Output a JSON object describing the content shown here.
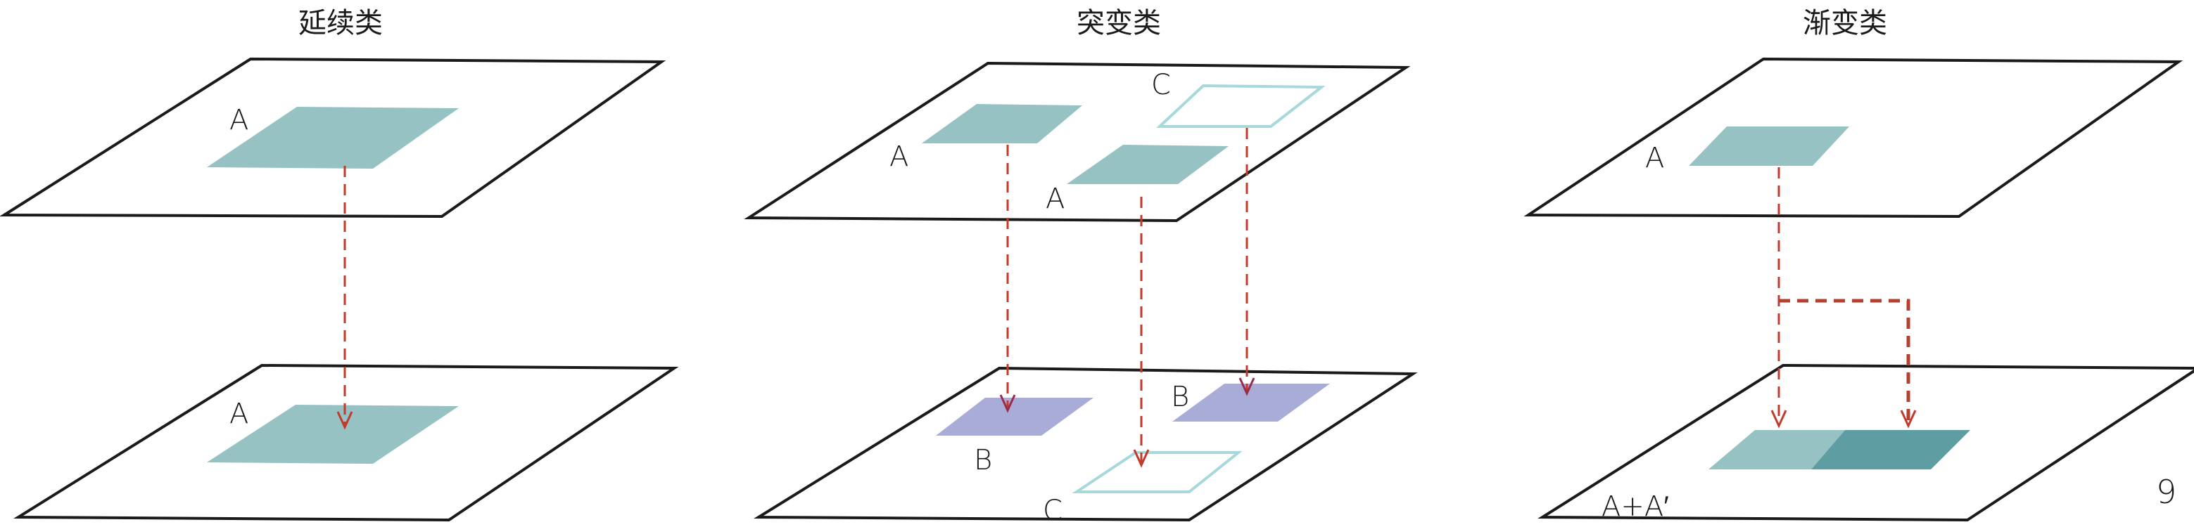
{
  "panels": [
    {
      "title": "延续类",
      "top_labels": [
        "A"
      ],
      "bottom_labels": [
        "A"
      ]
    },
    {
      "title": "突变类",
      "top_labels": [
        "A",
        "A",
        "C"
      ],
      "bottom_labels": [
        "B",
        "B",
        "C"
      ]
    },
    {
      "title": "渐变类",
      "top_labels": [
        "A"
      ],
      "bottom_labels": [
        "A+A′"
      ]
    }
  ],
  "page_number": "9",
  "colors": {
    "plane_stroke": "#1a1a1a",
    "teal_light": "#96c2c3",
    "teal_dark": "#5e9ea2",
    "purple": "#a9acd6",
    "outline_cyan": "#a6d8dc",
    "dashed_red": "#c23a2c"
  }
}
